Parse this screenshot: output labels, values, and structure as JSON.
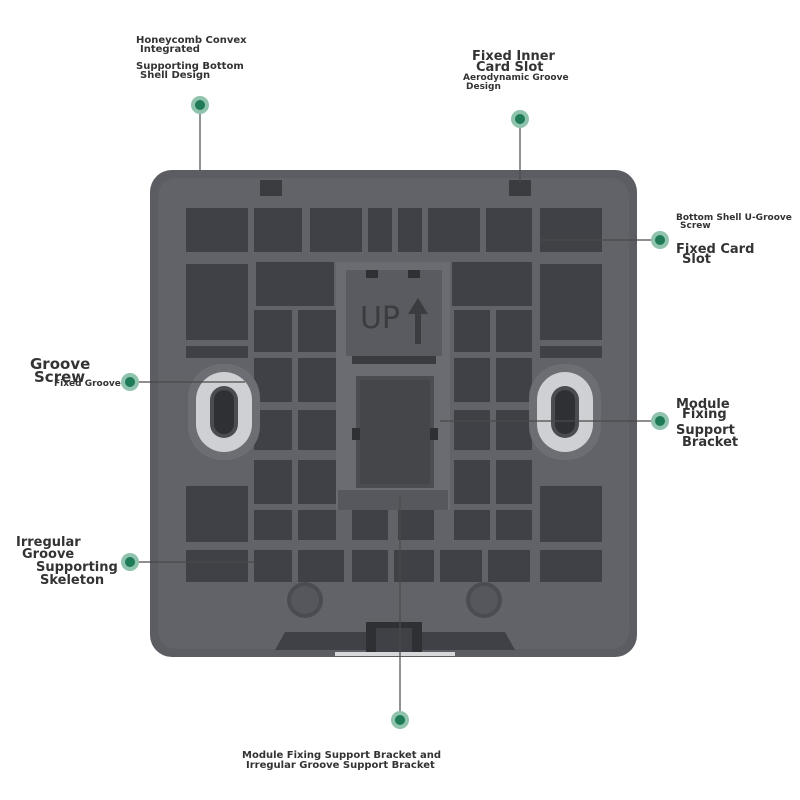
{
  "labels": {
    "top_left_1": "Honeycomb Convex",
    "top_left_2": "Integrated",
    "top_left_3": "Supporting Bottom",
    "top_left_4": "Shell Design",
    "top_right_1": "Fixed Inner",
    "top_right_2": "Card Slot",
    "top_right_3": "Aerodynamic Groove",
    "top_right_4": "Design",
    "right_a_1": "Bottom Shell U-Groove",
    "right_a_2": "Screw",
    "right_b_1": "Fixed Card",
    "right_b_2": "Slot",
    "left_a_1": "Groove",
    "left_a_2": "Screw",
    "left_a_3": "Fixed Groove",
    "right_c_1": "Module",
    "right_c_2": "Fixing",
    "right_c_3": "Support",
    "right_c_4": "Bracket",
    "left_b_1": "Irregular",
    "left_b_2": "Groove",
    "left_b_3": "Supporting",
    "left_b_4": "Skeleton",
    "bottom_1": "Module Fixing Support Bracket and",
    "bottom_2": "Irregular Groove Support Bracket"
  },
  "panel": {
    "stamp_text": "UP"
  },
  "colors": {
    "shell": "#5b5d62",
    "cell": "#3f4146",
    "rib": "#6c6e73",
    "callout_dot": "#1e7a57",
    "callout_ring": "#8fc3ad",
    "label_text": "#333333"
  }
}
